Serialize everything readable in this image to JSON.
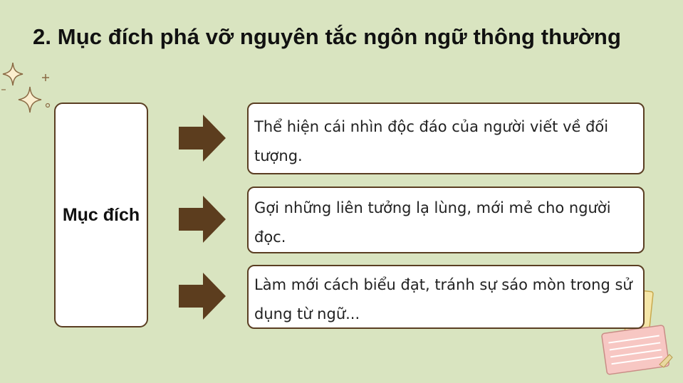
{
  "slide": {
    "title": "2. Mục đích phá vỡ nguyên tắc ngôn ngữ thông thường",
    "purpose_label": "Mục đích",
    "items": [
      {
        "text": "Thể hiện cái nhìn độc đáo của người viết về đối tượng."
      },
      {
        "text": "Gợi những liên tưởng lạ lùng, mới mẻ cho người đọc."
      },
      {
        "text": "Làm mới cách biểu đạt, tránh sự sáo mòn trong sử dụng từ ngữ..."
      }
    ]
  },
  "colors": {
    "background": "#d9e4c0",
    "arrow": "#5c3d1e",
    "border": "#5a3e22",
    "box_fill": "#ffffff"
  },
  "icons": [
    "sparkles-icon",
    "arrow-right-icon",
    "notepad-icon"
  ]
}
